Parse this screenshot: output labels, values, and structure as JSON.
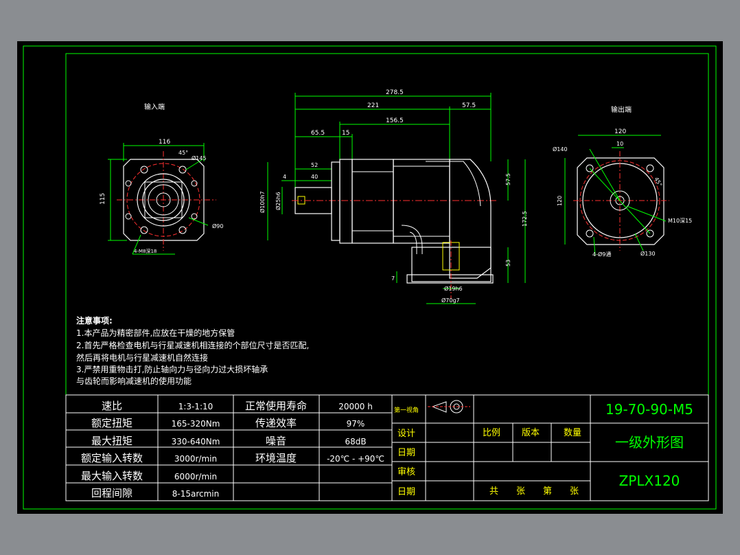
{
  "views": {
    "input_title": "输入端",
    "output_title": "输出端"
  },
  "dims_input": {
    "width": "116",
    "height": "115",
    "angle": "45°",
    "bolt_circle": "Ø145",
    "pilot": "Ø90",
    "holes": "4-M8深18"
  },
  "dims_side": {
    "overall": "278.5",
    "d221": "221",
    "d57_5_top": "57.5",
    "d156_5": "156.5",
    "d65_5": "65.5",
    "d15": "15",
    "d52": "52",
    "d4": "4",
    "d40": "40",
    "dia_shaft": "Ø25h6",
    "dia_body": "Ø100h7",
    "d57_5_right": "57.5",
    "d172_5": "172.5",
    "d53": "53",
    "d7": "7",
    "dia_bottom": "Ø19h6",
    "dia_flange": "Ø70g7"
  },
  "dims_output": {
    "width": "120",
    "d10": "10",
    "angle": "45°",
    "dia140": "Ø140",
    "d120": "120",
    "bolt_circle": "Ø130",
    "holes": "4-Ø9通",
    "tap": "M10深15"
  },
  "notes": {
    "title": "注意事项:",
    "lines": [
      "1.本产品为精密部件,应放在干燥的地方保管",
      "2.首先严格检查电机与行星减速机相连接的个部位尺寸是否匹配,",
      "然后再将电机与行星减速机自然连接",
      "3.严禁用重物击打,防止轴向力与径向力过大损坏轴承",
      "与齿轮而影响减速机的使用功能"
    ]
  },
  "specs": [
    {
      "label": "速比",
      "value": "1:3-1:10",
      "label2": "正常使用寿命",
      "value2": "20000 h"
    },
    {
      "label": "额定扭矩",
      "value": "165-320Nm",
      "label2": "传递效率",
      "value2": "97%"
    },
    {
      "label": "最大扭矩",
      "value": "330-640Nm",
      "label2": "噪音",
      "value2": "68dB"
    },
    {
      "label": "额定输入转数",
      "value": "3000r/min",
      "label2": "环境温度",
      "value2": "-20℃ - +90℃"
    },
    {
      "label": "最大输入转数",
      "value": "6000r/min",
      "label2": "",
      "value2": ""
    },
    {
      "label": "回程间隙",
      "value": "8-15arcmin",
      "label2": "",
      "value2": ""
    }
  ],
  "titleblock": {
    "projection": "第一视角",
    "design": "设计",
    "date1": "日期",
    "review": "审核",
    "date2": "日期",
    "scale": "比例",
    "version": "版本",
    "quantity": "数量",
    "sheets": "共　　张　　第　　张",
    "code": "19-70-90-M5",
    "name": "一级外形图",
    "model": "ZPLX120"
  },
  "colors": {
    "sheet": "#000000",
    "frame": "#00ff00",
    "line": "#ffffff",
    "center": "#ff3030",
    "dim": "#00ff00",
    "highlight": "#ffff00"
  }
}
